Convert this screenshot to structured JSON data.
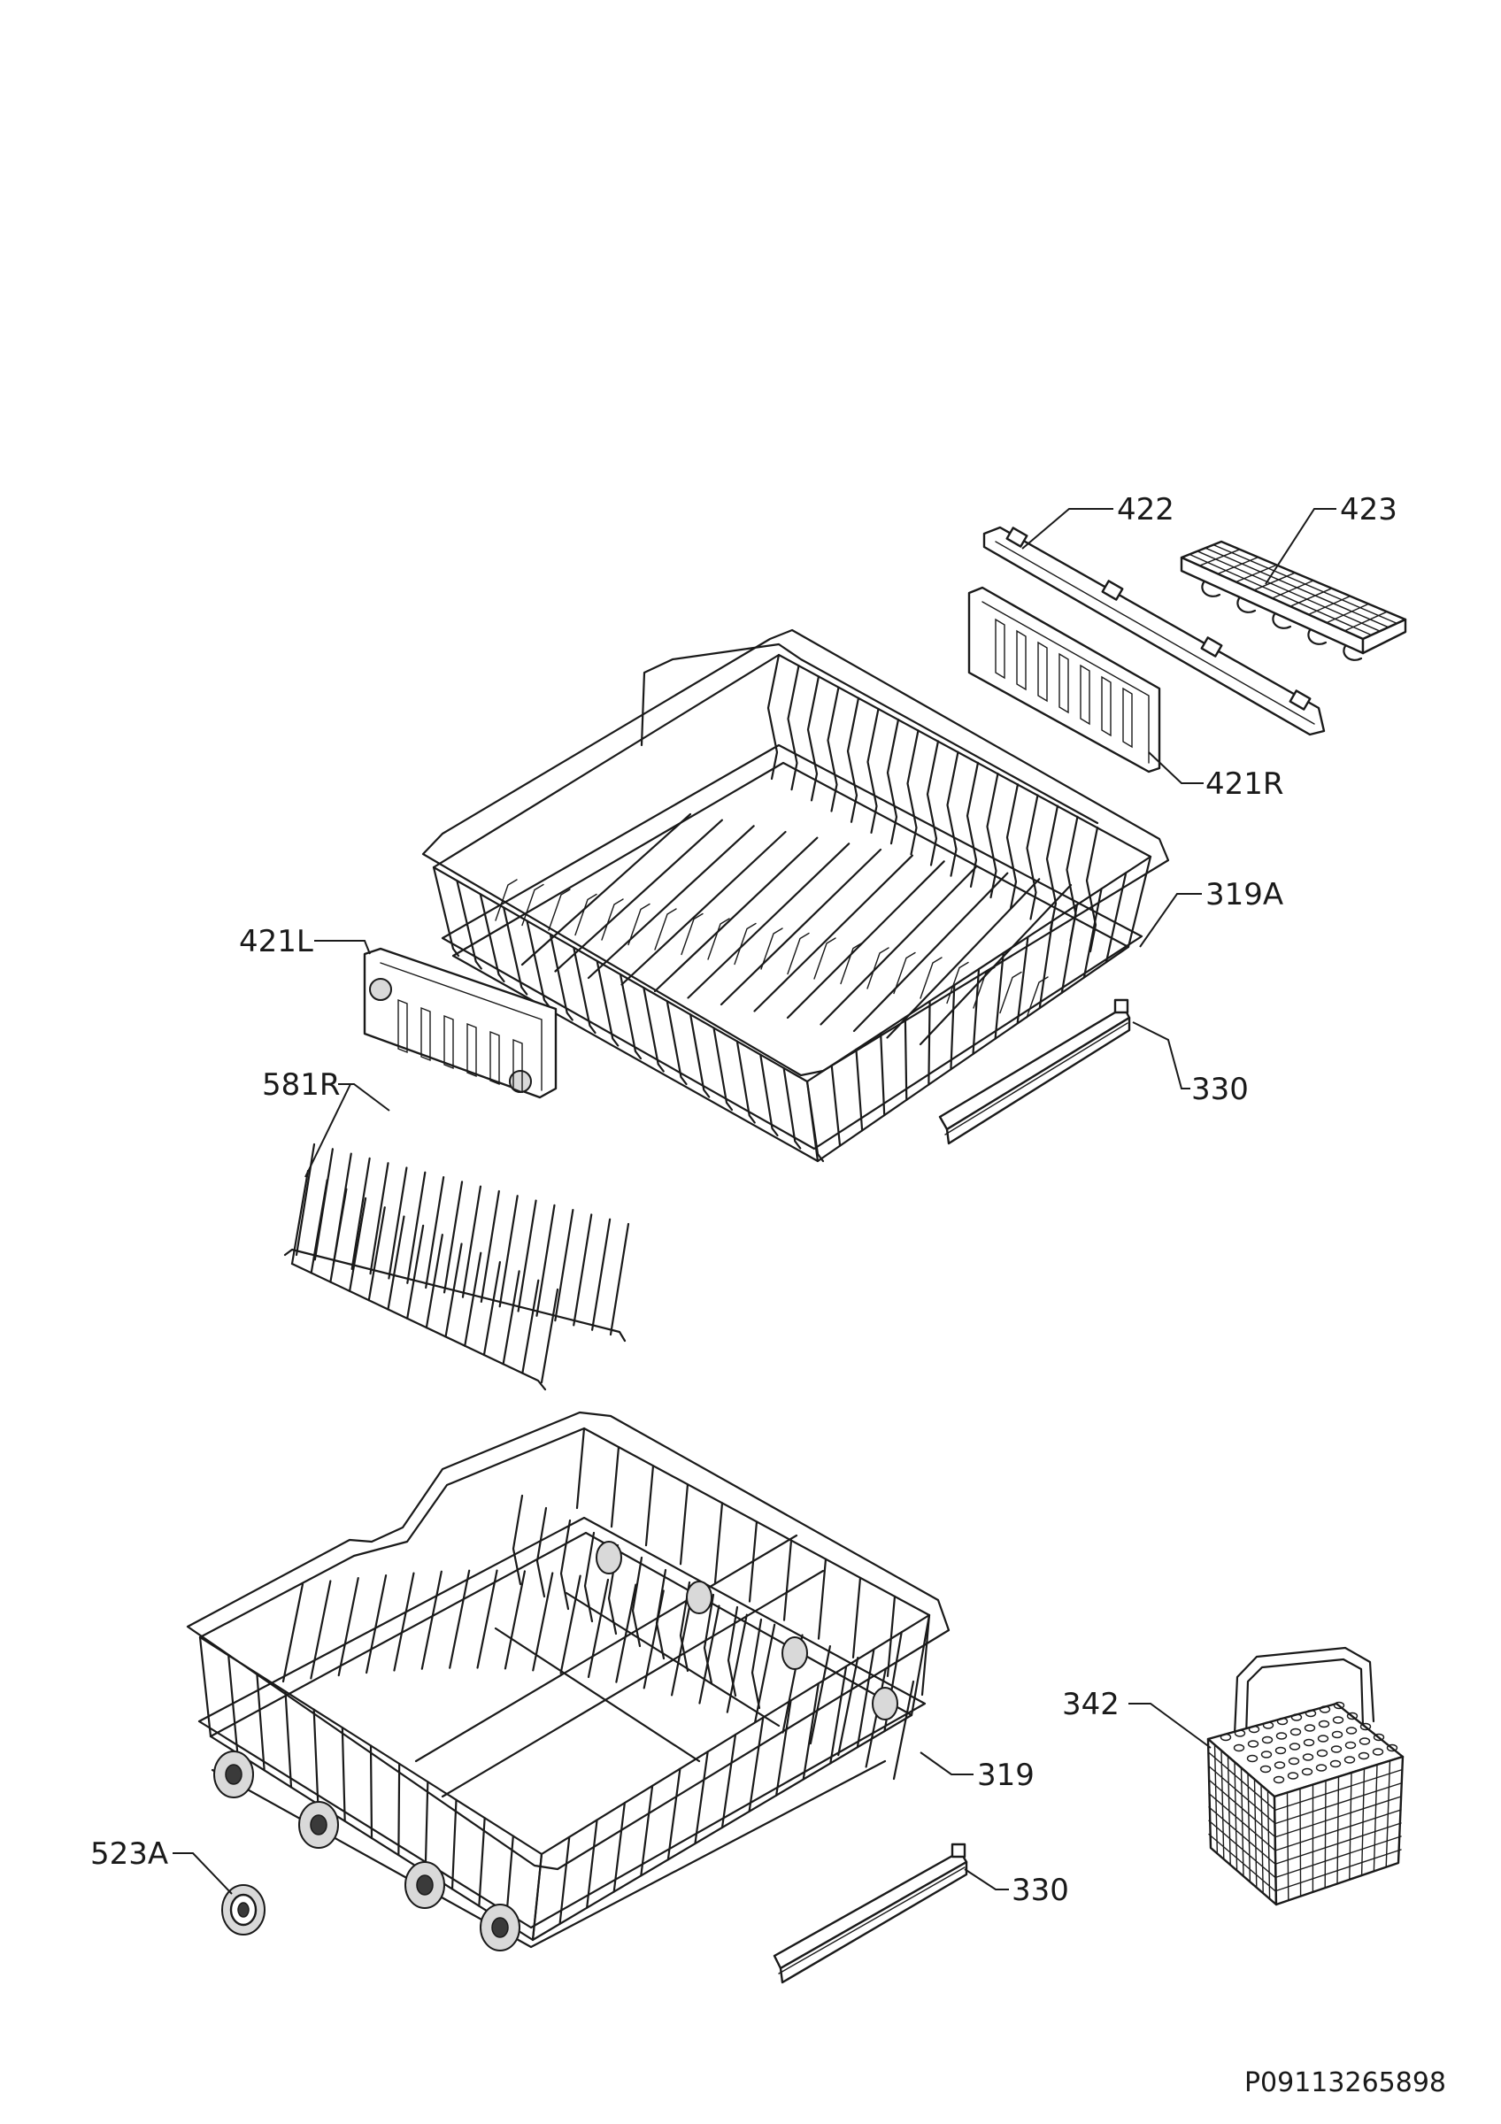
{
  "callouts": {
    "p422": "422",
    "p423": "423",
    "p421R": "421R",
    "p319A": "319A",
    "p421L": "421L",
    "p581R": "581R",
    "p330_upper": "330",
    "p342": "342",
    "p319": "319",
    "p523A": "523A",
    "p330_lower": "330"
  },
  "document_number": "P09113265898",
  "colors": {
    "line": "#1a1a1a",
    "background": "#ffffff"
  }
}
